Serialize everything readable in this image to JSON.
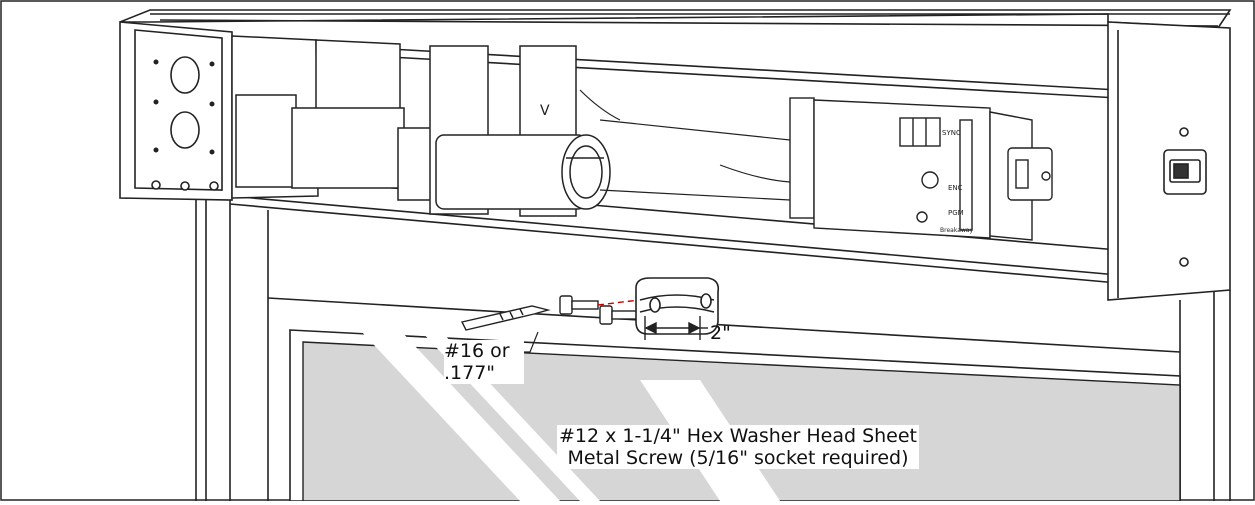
{
  "labels": {
    "drill_line1": "#16 or",
    "drill_line2": ".177\"",
    "dimension": "2\"",
    "screw_line1": "#12 x 1-1/4\" Hex Washer Head Sheet",
    "screw_line2": "Metal Screw (5/16\" socket required)"
  },
  "header_texts": {
    "sync": "SYNC",
    "enc": "ENC",
    "pgm": "PGM",
    "breakaway": "Breakaway"
  },
  "colors": {
    "line": "#222222",
    "glass": "#d6d6d6",
    "glass_streak": "#ffffff",
    "guide_line": "#cc0000"
  },
  "icons": [
    "drill-bit-icon",
    "hex-screw-icon",
    "mounting-bracket-icon",
    "operator-motor-icon",
    "control-board-icon",
    "manual-switch-icon"
  ]
}
